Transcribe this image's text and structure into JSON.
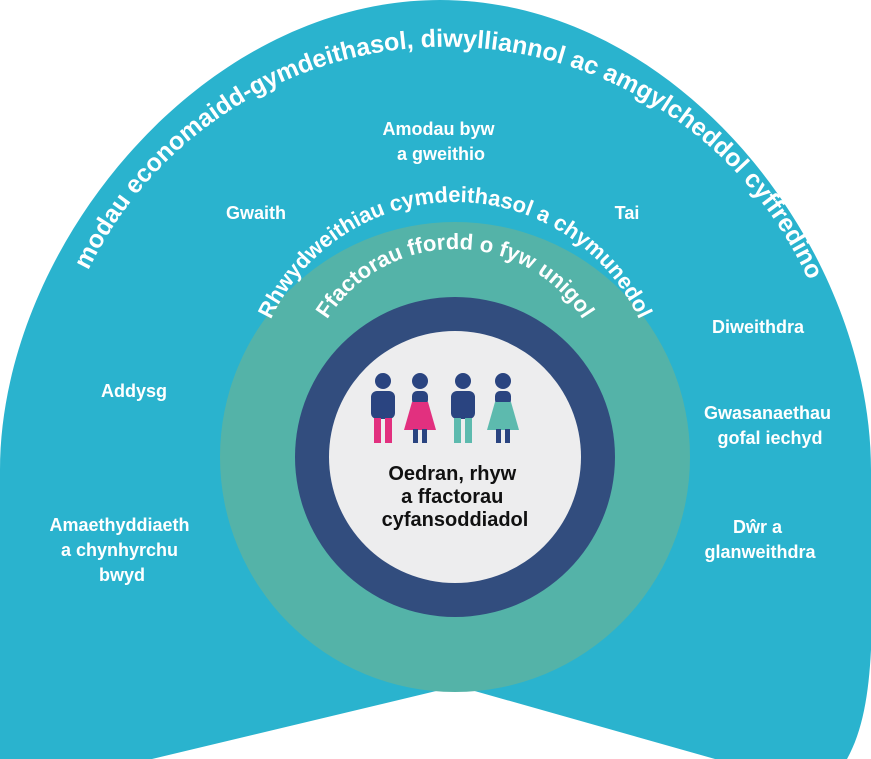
{
  "colors": {
    "outer_band": "#2AB3CE",
    "social_ring": "#54B3A8",
    "lifestyle_ring": "#324D7E",
    "core": "#EDEDEE",
    "figure_navy": "#2A4480",
    "figure_pink": "#E2307F",
    "figure_teal": "#5DBAAE"
  },
  "outer": {
    "arc_title": "Amodau economaidd-gymdeithasol, diwylliannol ac amgylcheddol cyffredinol",
    "labels": {
      "living_working": [
        "Amodau byw",
        "a gweithio"
      ],
      "work": "Gwaith",
      "housing": "Tai",
      "unemployment": "Diweithdra",
      "education": "Addysg",
      "health_services": [
        "Gwasanaethau",
        "gofal iechyd"
      ],
      "agriculture": [
        "Amaethyddiaeth",
        "a chynhyrchu",
        "bwyd"
      ],
      "water": [
        "Dŵr a",
        "glanweithdra"
      ]
    }
  },
  "social": {
    "arc_title": "Rhwydweithiau cymdeithasol a chymunedol"
  },
  "lifestyle": {
    "arc_title": "Ffactorau ffordd o fyw unigol"
  },
  "core": {
    "lines": [
      "Oedran, rhyw",
      "a ffactorau",
      "cyfansoddiadol"
    ],
    "figures": [
      {
        "type": "male",
        "top": "#2A4480",
        "legs": "#E2307F"
      },
      {
        "type": "female",
        "top": "#2A4480",
        "legs": "#E2307F"
      },
      {
        "type": "male",
        "top": "#2A4480",
        "legs": "#5DBAAE"
      },
      {
        "type": "female",
        "top": "#2A4480",
        "legs": "#5DBAAE"
      }
    ]
  }
}
